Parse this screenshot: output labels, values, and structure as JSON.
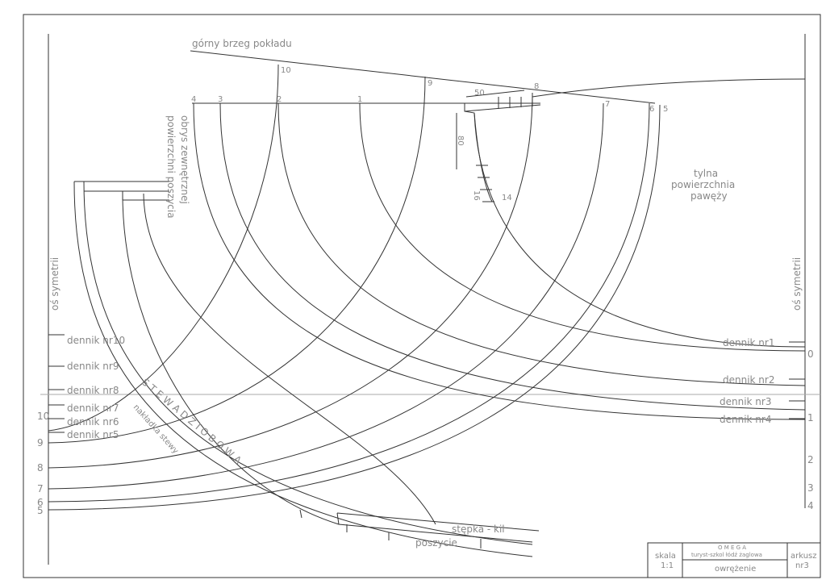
{
  "drawing": {
    "deck_edge_label": "górny brzeg pokładu",
    "outer_planking_label_1": "obrys zewnętrznej",
    "outer_planking_label_2": "powierzchni poszycia",
    "transom_label_1": "tylna",
    "transom_label_2": "powierzchnia",
    "transom_label_3": "pawęży",
    "symmetry_left": "oś symetrii",
    "symmetry_right": "oś symetrii",
    "stem_label": "S T E W A   D Z I O B O W A",
    "stem_overlay_label": "nakładka stewy",
    "keel_label": "stępka - kil",
    "planking_label": "poszycie",
    "top_stations": [
      "10",
      "9",
      "8",
      "7",
      "6",
      "5",
      "4",
      "3",
      "2",
      "1"
    ],
    "dims": [
      "50",
      "80",
      "16",
      "14"
    ],
    "floors_left": [
      "dennik nr10",
      "dennik nr9",
      "dennik nr8",
      "dennik nr7",
      "dennik nr6",
      "dennik nr5"
    ],
    "floors_right": [
      "dennik nr1",
      "dennik nr2",
      "dennik nr3",
      "dennik nr4"
    ],
    "left_numbers": [
      "10",
      "9",
      "8",
      "7",
      "6",
      "5"
    ],
    "right_numbers": [
      "0",
      "1",
      "2",
      "3",
      "4"
    ]
  },
  "title_block": {
    "scale_label": "skala",
    "scale_value": "1:1",
    "company": "O M E G A",
    "org": "turyst-szkol łódź żaglowa",
    "part": "owrężenie",
    "sheet_label": "arkusz",
    "sheet_value": "nr3"
  }
}
